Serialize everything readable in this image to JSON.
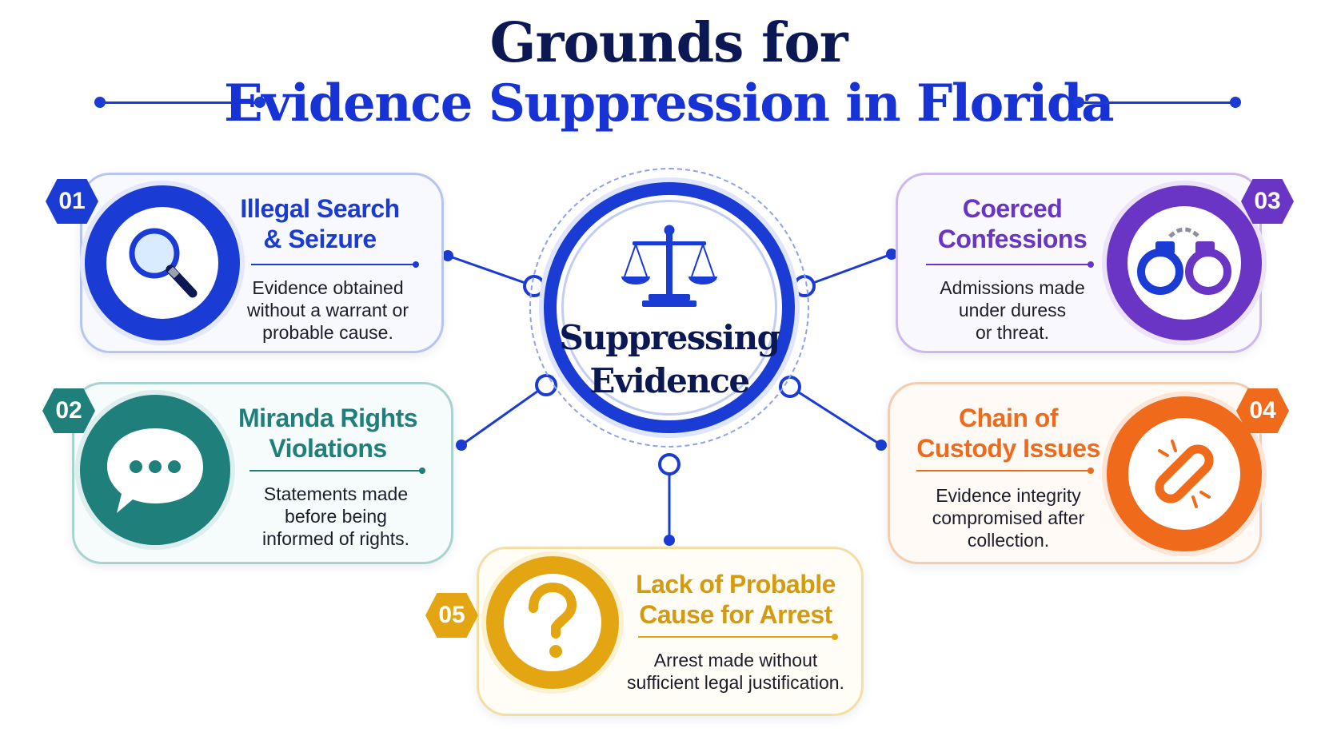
{
  "title": {
    "line1": "Grounds for",
    "line2": "Evidence Suppression in Florida"
  },
  "hub": {
    "label_line1": "Suppressing",
    "label_line2": "Evidence",
    "icon": "scales-of-justice-icon"
  },
  "cards": [
    {
      "number": "01",
      "title_line1": "Illegal Search",
      "title_line2": "& Seizure",
      "desc_lines": [
        "Evidence obtained",
        "without a warrant or",
        "probable cause."
      ],
      "icon": "magnifying-glass-icon",
      "color": "#1a3bd4"
    },
    {
      "number": "02",
      "title_line1": "Miranda Rights",
      "title_line2": "Violations",
      "desc_lines": [
        "Statements made",
        "before being",
        "informed of rights."
      ],
      "icon": "speech-bubble-icon",
      "color": "#1f7f7a"
    },
    {
      "number": "03",
      "title_line1": "Coerced",
      "title_line2": "Confessions",
      "desc_lines": [
        "Admissions made",
        "under duress",
        "or threat."
      ],
      "icon": "handcuffs-icon",
      "color": "#6a35c4"
    },
    {
      "number": "04",
      "title_line1": "Chain of",
      "title_line2": "Custody Issues",
      "desc_lines": [
        "Evidence integrity",
        "compromised after",
        "collection."
      ],
      "icon": "broken-chain-icon",
      "color": "#ef6a1a"
    },
    {
      "number": "05",
      "title_line1": "Lack of Probable",
      "title_line2": "Cause for Arrest",
      "desc_lines": [
        "Arrest made without",
        "sufficient legal justification."
      ],
      "icon": "question-mark-icon",
      "color": "#e3a612"
    }
  ]
}
